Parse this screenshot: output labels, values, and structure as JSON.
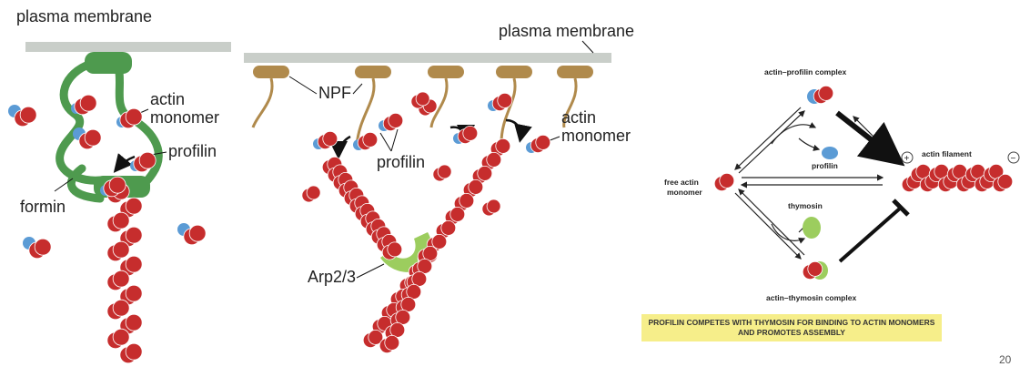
{
  "panel_formin": {
    "membrane_label": "plasma membrane",
    "actin_monomer_label_line1": "actin",
    "actin_monomer_label_line2": "monomer",
    "profilin_label": "profilin",
    "formin_label": "formin"
  },
  "panel_arp": {
    "membrane_label": "plasma membrane",
    "npf_label": "NPF",
    "profilin_label": "profilin",
    "actin_monomer_label_line1": "actin",
    "actin_monomer_label_line2": "monomer",
    "arp_label": "Arp2/3"
  },
  "panel_cycle": {
    "complex_top_label": "actin–profilin complex",
    "profilin_label": "profilin",
    "plus_label": "+",
    "minus_label": "−",
    "filament_label": "actin filament",
    "free_label_line1": "free actin",
    "free_label_line2": "monomer",
    "thymosin_label": "thymosin",
    "complex_bottom_label": "actin–thymosin complex",
    "caption_line1": "PROFILIN COMPETES WITH THYMOSIN FOR BINDING TO ACTIN MONOMERS",
    "caption_line2": "AND PROMOTES ASSEMBLY"
  },
  "page_number": "20",
  "colors": {
    "actin": "#c62d2d",
    "profilin": "#5b9bd5",
    "formin": "#4e9a4e",
    "npf": "#b08a4c",
    "arp": "#9ccd5e",
    "membrane": "#c9cec9",
    "thymosin": "#9ccd5e",
    "caption_bg": "#f6ee8a"
  }
}
